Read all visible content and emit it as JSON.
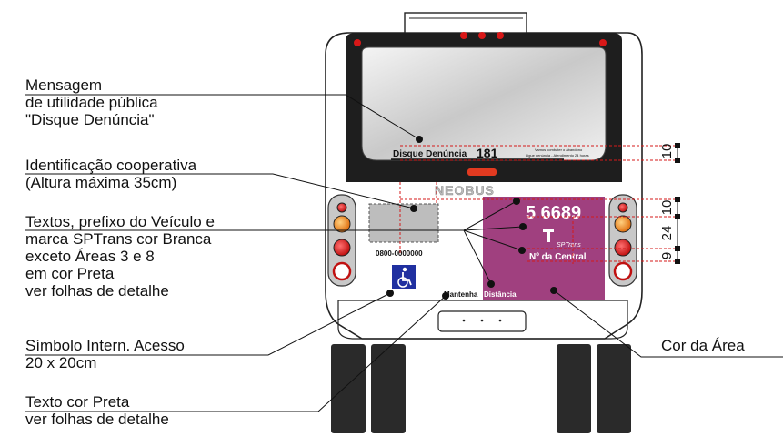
{
  "callouts": {
    "mensagem": [
      "Mensagem",
      "de utilidade pública",
      "\"Disque Denúncia\""
    ],
    "identificacao": [
      "Identificação cooperativa",
      "(Altura máxima 35cm)"
    ],
    "textos": [
      "Textos,  prefixo do Veículo  e",
      "marca SPTrans cor Branca",
      "exceto Áreas 3 e 8",
      "em cor Preta",
      "ver folhas de detalhe"
    ],
    "simbolo": [
      "Símbolo Intern. Acesso",
      "20 x 20cm"
    ],
    "texto_preta": [
      "Texto cor Preta",
      "ver folhas de detalhe"
    ],
    "cor_area": "Cor da Área"
  },
  "bus": {
    "disque_denuncia": "Disque Denúncia",
    "line_number": "181",
    "small_text_1": "Vamos combater o abandono",
    "small_text_2": "Ligue denúncia - Atendimento 24 horas",
    "brand": "NEOBUS",
    "phone": "0800-0000000",
    "prefix": "5 6689",
    "sptrans": "SPTrans",
    "central": "Nº da Central",
    "mantenha": "Mantenha",
    "distancia": "Distância",
    "area_color": "#a0407f"
  },
  "dimensions": [
    "10",
    "10",
    "24",
    "9"
  ]
}
